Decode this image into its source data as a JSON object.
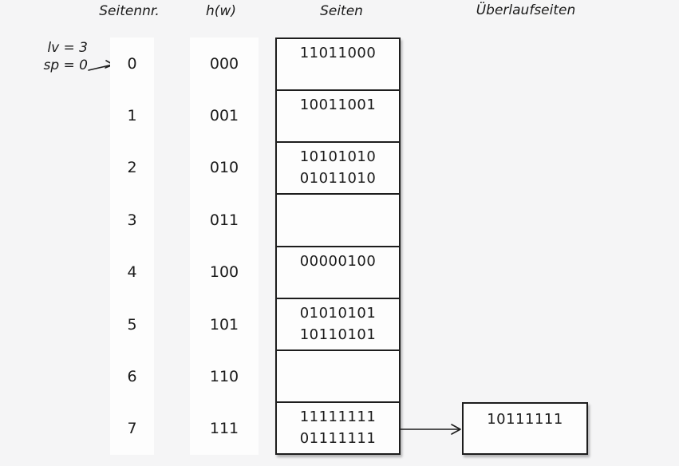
{
  "colors": {
    "background": "#f5f5f6",
    "surface": "#fdfdfd",
    "border": "#1d1d1d",
    "text": "#1a1a1a"
  },
  "headers": {
    "page_no": "Seitennr.",
    "hash": "h(w)",
    "pages": "Seiten",
    "overflow": "Überlaufseiten"
  },
  "annotation": {
    "line1": "lv = 3",
    "line2": "sp = 0",
    "arrow_icon": "arrow-right-icon",
    "points_to_page": "0"
  },
  "rows": [
    {
      "page": "0",
      "hash": "000",
      "values": [
        "11011000"
      ]
    },
    {
      "page": "1",
      "hash": "001",
      "values": [
        "10011001"
      ]
    },
    {
      "page": "2",
      "hash": "010",
      "values": [
        "10101010",
        "01011010"
      ]
    },
    {
      "page": "3",
      "hash": "011",
      "values": []
    },
    {
      "page": "4",
      "hash": "100",
      "values": [
        "00000100"
      ]
    },
    {
      "page": "5",
      "hash": "101",
      "values": [
        "01010101",
        "10110101"
      ]
    },
    {
      "page": "6",
      "hash": "110",
      "values": []
    },
    {
      "page": "7",
      "hash": "111",
      "values": [
        "11111111",
        "01111111"
      ]
    }
  ],
  "overflow": {
    "attached_to_page": "7",
    "arrow_icon": "arrow-right-icon",
    "values": [
      "10111111"
    ]
  }
}
